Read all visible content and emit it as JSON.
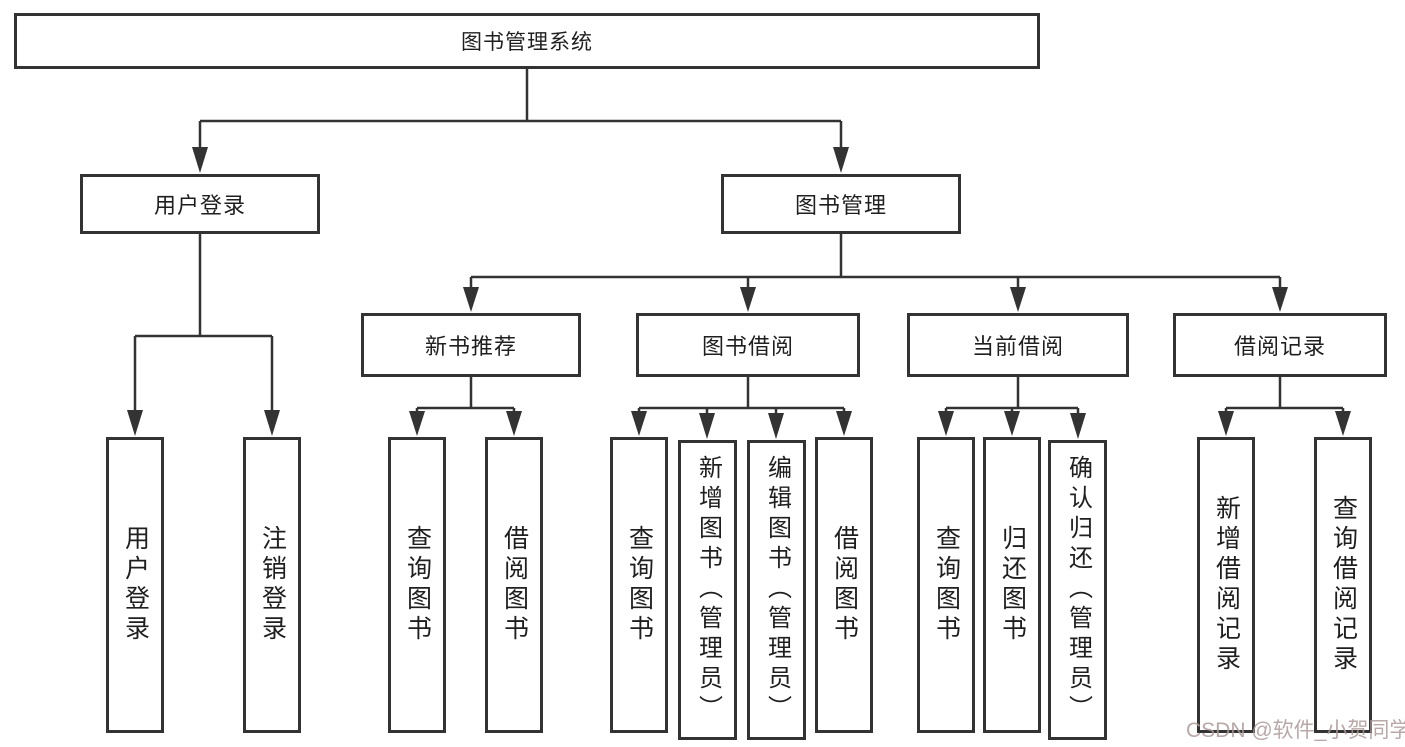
{
  "diagram_title": "图书管理系统",
  "palette": {
    "line": "#333333",
    "text": "#1f1f1f",
    "box_background": "#ffffff",
    "watermark": "#ab9999"
  },
  "watermark": {
    "text": "CSDN @软件_小贺同学"
  },
  "tree": {
    "label": "图书管理系统",
    "children": [
      {
        "label": "用户登录",
        "children": [
          {
            "label": "用户登录"
          },
          {
            "label": "注销登录"
          }
        ]
      },
      {
        "label": "图书管理",
        "children": [
          {
            "label": "新书推荐",
            "children": [
              {
                "label": "查询图书"
              },
              {
                "label": "借阅图书"
              }
            ]
          },
          {
            "label": "图书借阅",
            "children": [
              {
                "label": "查询图书"
              },
              {
                "label": "新增图书（管理员）"
              },
              {
                "label": "编辑图书（管理员）"
              },
              {
                "label": "借阅图书"
              }
            ]
          },
          {
            "label": "当前借阅",
            "children": [
              {
                "label": "查询图书"
              },
              {
                "label": "归还图书"
              },
              {
                "label": "确认归还（管理员）"
              }
            ]
          },
          {
            "label": "借阅记录",
            "children": [
              {
                "label": "新增借阅记录"
              },
              {
                "label": "查询借阅记录"
              }
            ]
          }
        ]
      }
    ]
  }
}
